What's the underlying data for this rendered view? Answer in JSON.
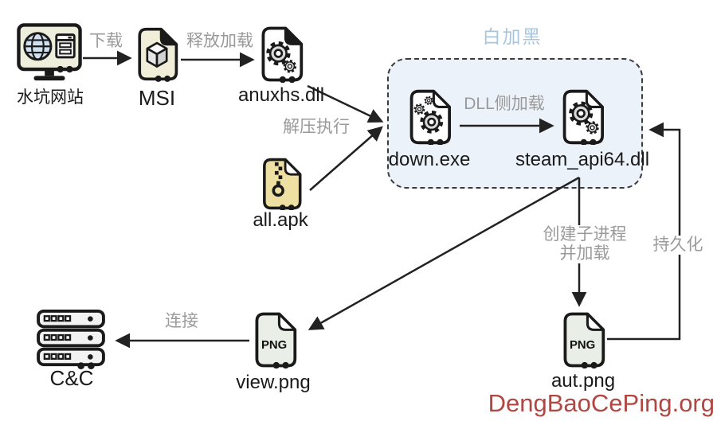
{
  "diagram": {
    "group_label": "白加黑",
    "watermark": "DengBaoCePing.org",
    "nodes": {
      "website": {
        "label": "水坑网站"
      },
      "msi": {
        "label": "MSI"
      },
      "anuxhs_dll": {
        "label": "anuxhs.dll"
      },
      "all_apk": {
        "label": "all.apk"
      },
      "down_exe": {
        "label": "down.exe"
      },
      "steam_api64_dll": {
        "label": "steam_api64.dll"
      },
      "view_png": {
        "label": "view.png",
        "badge": "PNG"
      },
      "aut_png": {
        "label": "aut.png",
        "badge": "PNG"
      },
      "cc_server": {
        "label": "C&C"
      }
    },
    "edges": {
      "download": "下载",
      "release_load": "释放加载",
      "unzip_execute": "解压执行",
      "dll_sideload": "DLL侧加载",
      "create_child_line1": "创建子进程",
      "create_child_line2": "并加载",
      "persistence": "持久化",
      "connect": "连接"
    },
    "colors": {
      "ink": "#1a1a1a",
      "group_label": "#a9c5da",
      "group_bg": "#ecf2f9",
      "edge_label": "#9a9a9a",
      "watermark": "#b04743",
      "msi_fill": "#f0eed9",
      "apk_fill": "#eedfa2",
      "png_fill": "#e9efe6",
      "screen_fill": "#eeeedd",
      "globe_fill": "#cfe0ee",
      "gear_fill": "#d9d9d9",
      "server_fill": "#f2f2f2"
    }
  }
}
